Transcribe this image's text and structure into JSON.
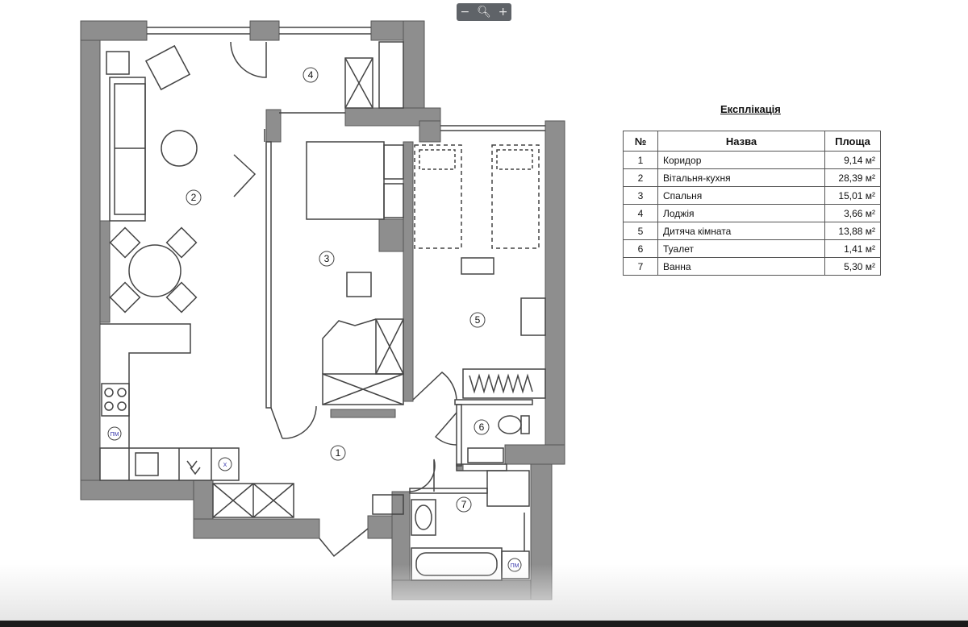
{
  "zoom_controls": {
    "minus": "−",
    "plus": "+"
  },
  "explication": {
    "title": "Експлікація",
    "headers": {
      "no": "№",
      "name": "Назва",
      "area": "Площа"
    },
    "rows": [
      {
        "no": "1",
        "name": "Коридор",
        "area": "9,14 м²"
      },
      {
        "no": "2",
        "name": "Вітальня-кухня",
        "area": "28,39 м²"
      },
      {
        "no": "3",
        "name": "Спальня",
        "area": "15,01 м²"
      },
      {
        "no": "4",
        "name": "Лоджія",
        "area": "3,66 м²"
      },
      {
        "no": "5",
        "name": "Дитяча кімната",
        "area": "13,88 м²"
      },
      {
        "no": "6",
        "name": "Туалет",
        "area": "1,41 м²"
      },
      {
        "no": "7",
        "name": "Ванна",
        "area": "5,30 м²"
      }
    ]
  },
  "plan": {
    "room_labels": {
      "r1": "1",
      "r2": "2",
      "r3": "3",
      "r4": "4",
      "r5": "5",
      "r6": "6",
      "r7": "7"
    },
    "appliance_labels": {
      "pm_kitchen": "ПМ",
      "pm_bath": "ПМ",
      "fridge": "Х"
    }
  }
}
